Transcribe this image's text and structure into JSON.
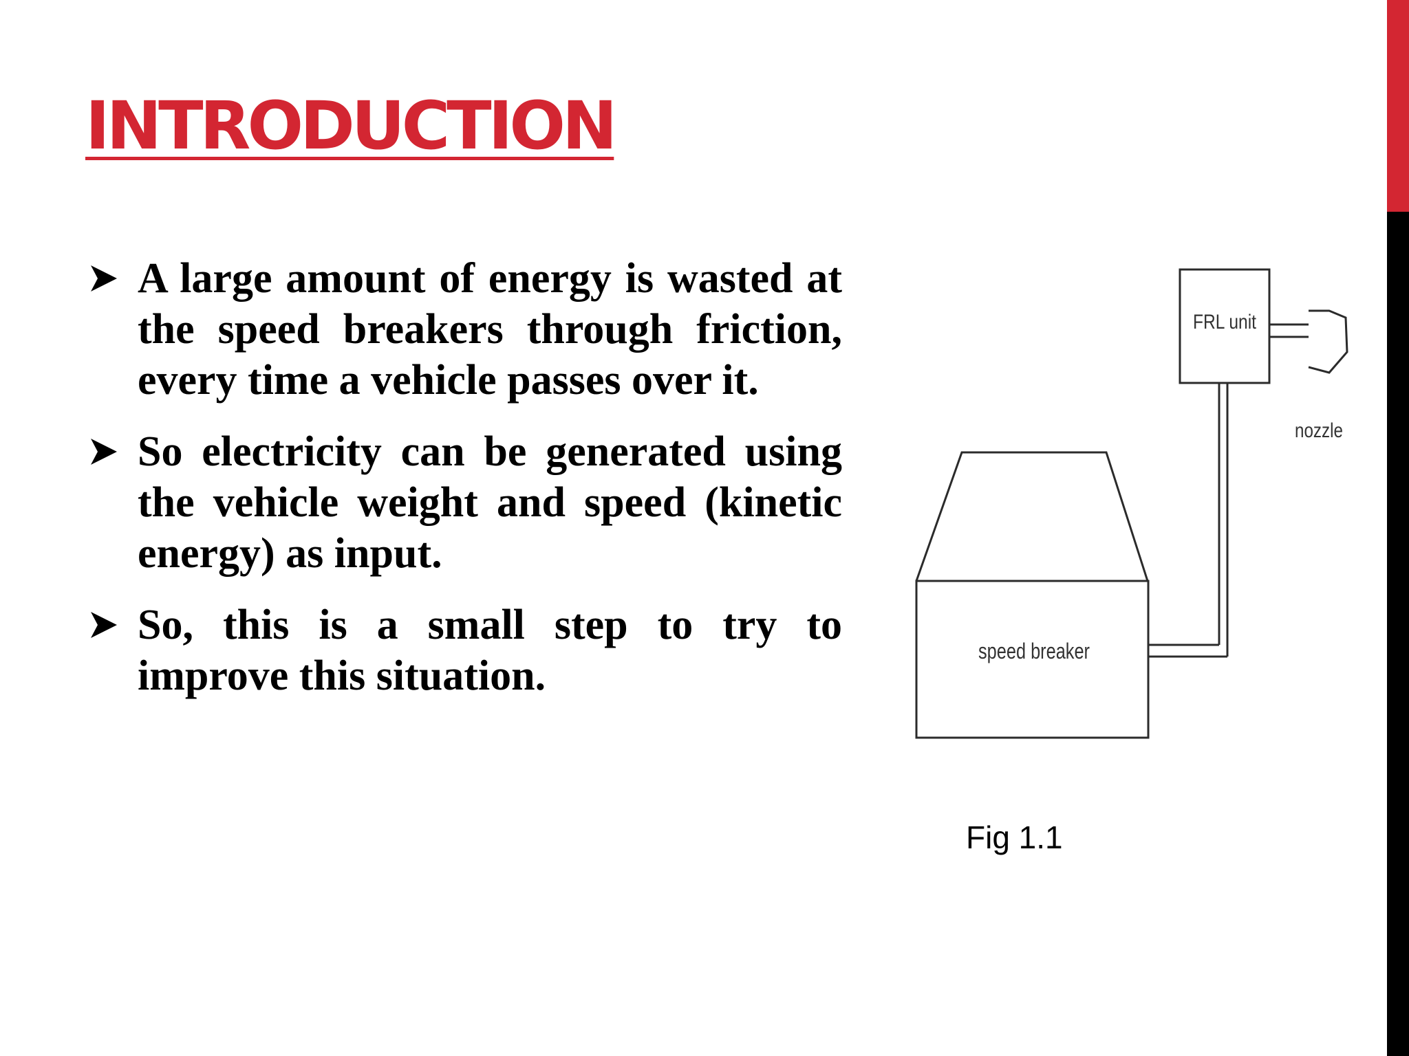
{
  "slide": {
    "title": "INTRODUCTION",
    "bullets": [
      "A large amount of energy is wasted at the speed breakers through friction, every time a vehicle passes over it.",
      "So electricity can be generated using the vehicle weight  and speed (kinetic energy) as input.",
      "So, this is a small step to try to improve this situation."
    ],
    "bullet_icon": "arrow-bullet-icon"
  },
  "figure": {
    "labels": {
      "frl_unit": "FRL unit",
      "nozzle": "nozzle",
      "speed_breaker": "speed breaker"
    },
    "caption": "Fig 1.1"
  },
  "colors": {
    "accent": "#d32632",
    "side_bar_lower": "#000000",
    "text": "#000000",
    "diagram_line": "#2b2b2b"
  }
}
